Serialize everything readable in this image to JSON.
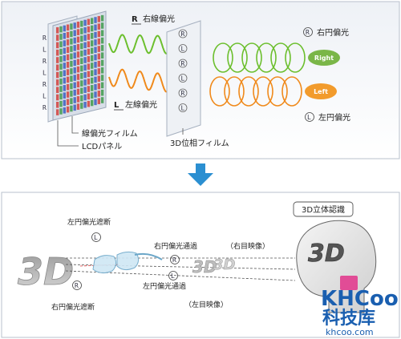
{
  "top_panel": {
    "panel_labels": [
      "R",
      "L",
      "R",
      "L",
      "R",
      "L",
      "R"
    ],
    "right_linear_label": "右線偏光",
    "right_linear_prefix": "R",
    "left_linear_label": "左線偏光",
    "left_linear_prefix": "L",
    "right_circular_label": "右円偏光",
    "left_circular_label": "左円偏光",
    "right_ball": "Right",
    "left_ball": "Left",
    "polarizer_film": "線偏光フィルム",
    "lcd_panel": "LCDパネル",
    "retarder_film": "3D位相フィルム",
    "colors": {
      "green_wave": "#6cbf2e",
      "orange_wave": "#f08a1c",
      "ball_green": "#7ab648",
      "ball_orange": "#f29b2c"
    }
  },
  "arrow_color": "#2b8fd1",
  "bottom_panel": {
    "stereo_label": "3D立体認識",
    "big_3d": "3D",
    "brain_3d": "3D",
    "left_block_top": "左円偏光遮断",
    "right_block_bottom": "右円偏光遮断",
    "right_pass": "右円偏光通過",
    "right_image": "（右目映像）",
    "left_pass": "左円偏光通過",
    "left_image": "（左目映像）"
  },
  "watermark": {
    "logo": "KHCoo",
    "chinese": "科技库",
    "url": "khcoo.com"
  }
}
